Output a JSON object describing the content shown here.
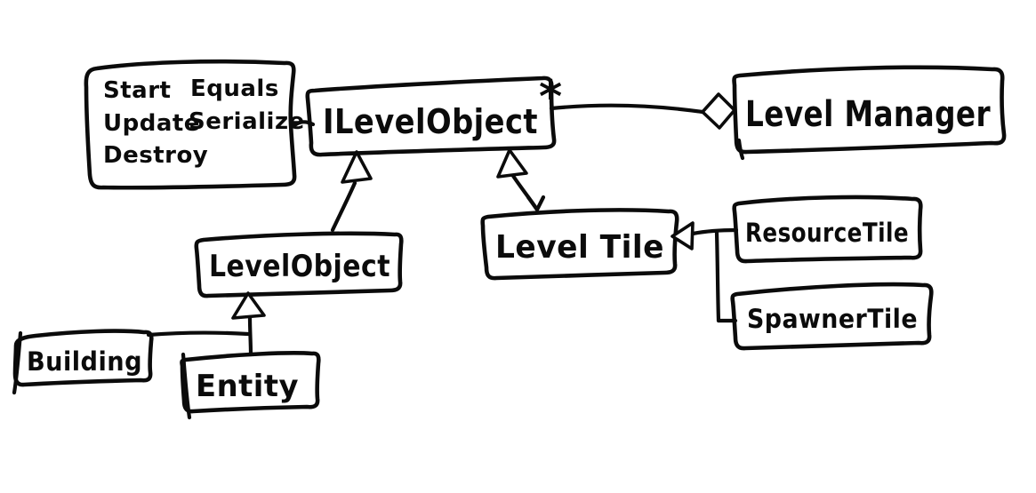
{
  "colors": {
    "ink": "#0b0b0b",
    "background": "#ffffff"
  },
  "note_box": {
    "column1": [
      "Start",
      "Update",
      "Destroy"
    ],
    "column2": [
      "Equals",
      "Serialize"
    ]
  },
  "classes": {
    "ilevelobject": "ILevelObject",
    "levelmanager": "Level Manager",
    "levelobject": "LevelObject",
    "leveltile": "Level Tile",
    "resourcetile": "ResourceTile",
    "spawnertile": "SpawnerTile",
    "building": "Building",
    "entity": "Entity"
  },
  "relations": {
    "multiplicity_star": "*"
  }
}
